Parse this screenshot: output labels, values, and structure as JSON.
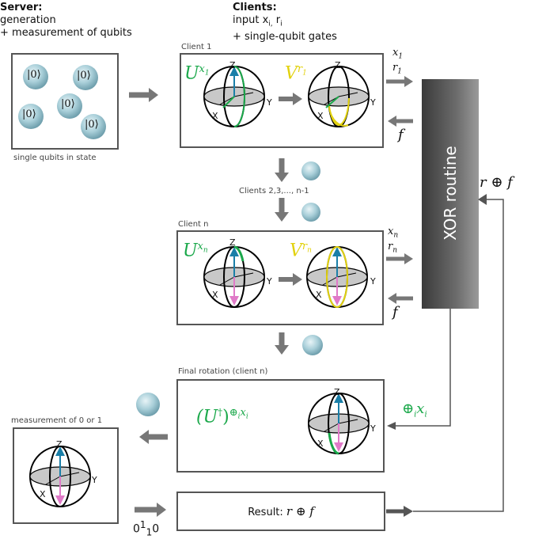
{
  "server": {
    "title": "Server:",
    "line1": "generation",
    "line2": "+ measurement of qubits",
    "caption": "single qubits in state",
    "kets": [
      "|0⟩",
      "|0⟩",
      "|0⟩",
      "|0⟩",
      "|0⟩"
    ]
  },
  "clients": {
    "title": "Clients:",
    "line1": "input x",
    "line1_sub": "i,",
    "line1_b": " r",
    "line1_sub2": "i",
    "line2": "+ single-qubit gates"
  },
  "client1": {
    "label": "Client 1",
    "gate1_base": "U",
    "gate1_sup": "x",
    "gate1_sub": "1",
    "gate2_base": "V",
    "gate2_sup": "r",
    "gate2_sub": "1",
    "out_x": "x",
    "out_x_sub": "1",
    "out_r": "r",
    "out_r_sub": "1",
    "in_f": "f"
  },
  "between": {
    "label": "Clients 2,3,..., n-1"
  },
  "clientn": {
    "label": "Client n",
    "gate1_base": "U",
    "gate1_sup": "x",
    "gate1_sub": "n",
    "gate2_base": "V",
    "gate2_sup": "r",
    "gate2_sub": "n",
    "out_x": "x",
    "out_x_sub": "n",
    "out_r": "r",
    "out_r_sub": "n",
    "in_f": "f"
  },
  "xor": {
    "label": "XOR routine",
    "out_label": "r ⊕ f",
    "sum_label": "⊕",
    "sum_sub": "i",
    "sum_var": "x",
    "sum_var_sub": "i"
  },
  "final": {
    "label": "Final rotation (client n)",
    "op": "(U",
    "op_dag": "†",
    "op_close": ")",
    "op_sup": "⊕",
    "op_sup_sub": "i",
    "op_sup_var": "x",
    "op_sup_var_sub": "i"
  },
  "measure": {
    "label": "measurement of 0 or 1"
  },
  "result": {
    "prefix": "Result: ",
    "expr": "r ⊕ f",
    "bits_a": "0",
    "bits_b": "1",
    "bits_c": "1",
    "bits_d": "0"
  },
  "axes": {
    "z": "Z",
    "y": "Y",
    "x": "X"
  },
  "colors": {
    "green": "#1aa84a",
    "yellow": "#e2d20f",
    "blue": "#1a7fa8",
    "pink": "#e07ac8",
    "box": "#555555",
    "xor_dark": "#3d3d3d",
    "xor_light": "#8a8a8a"
  }
}
